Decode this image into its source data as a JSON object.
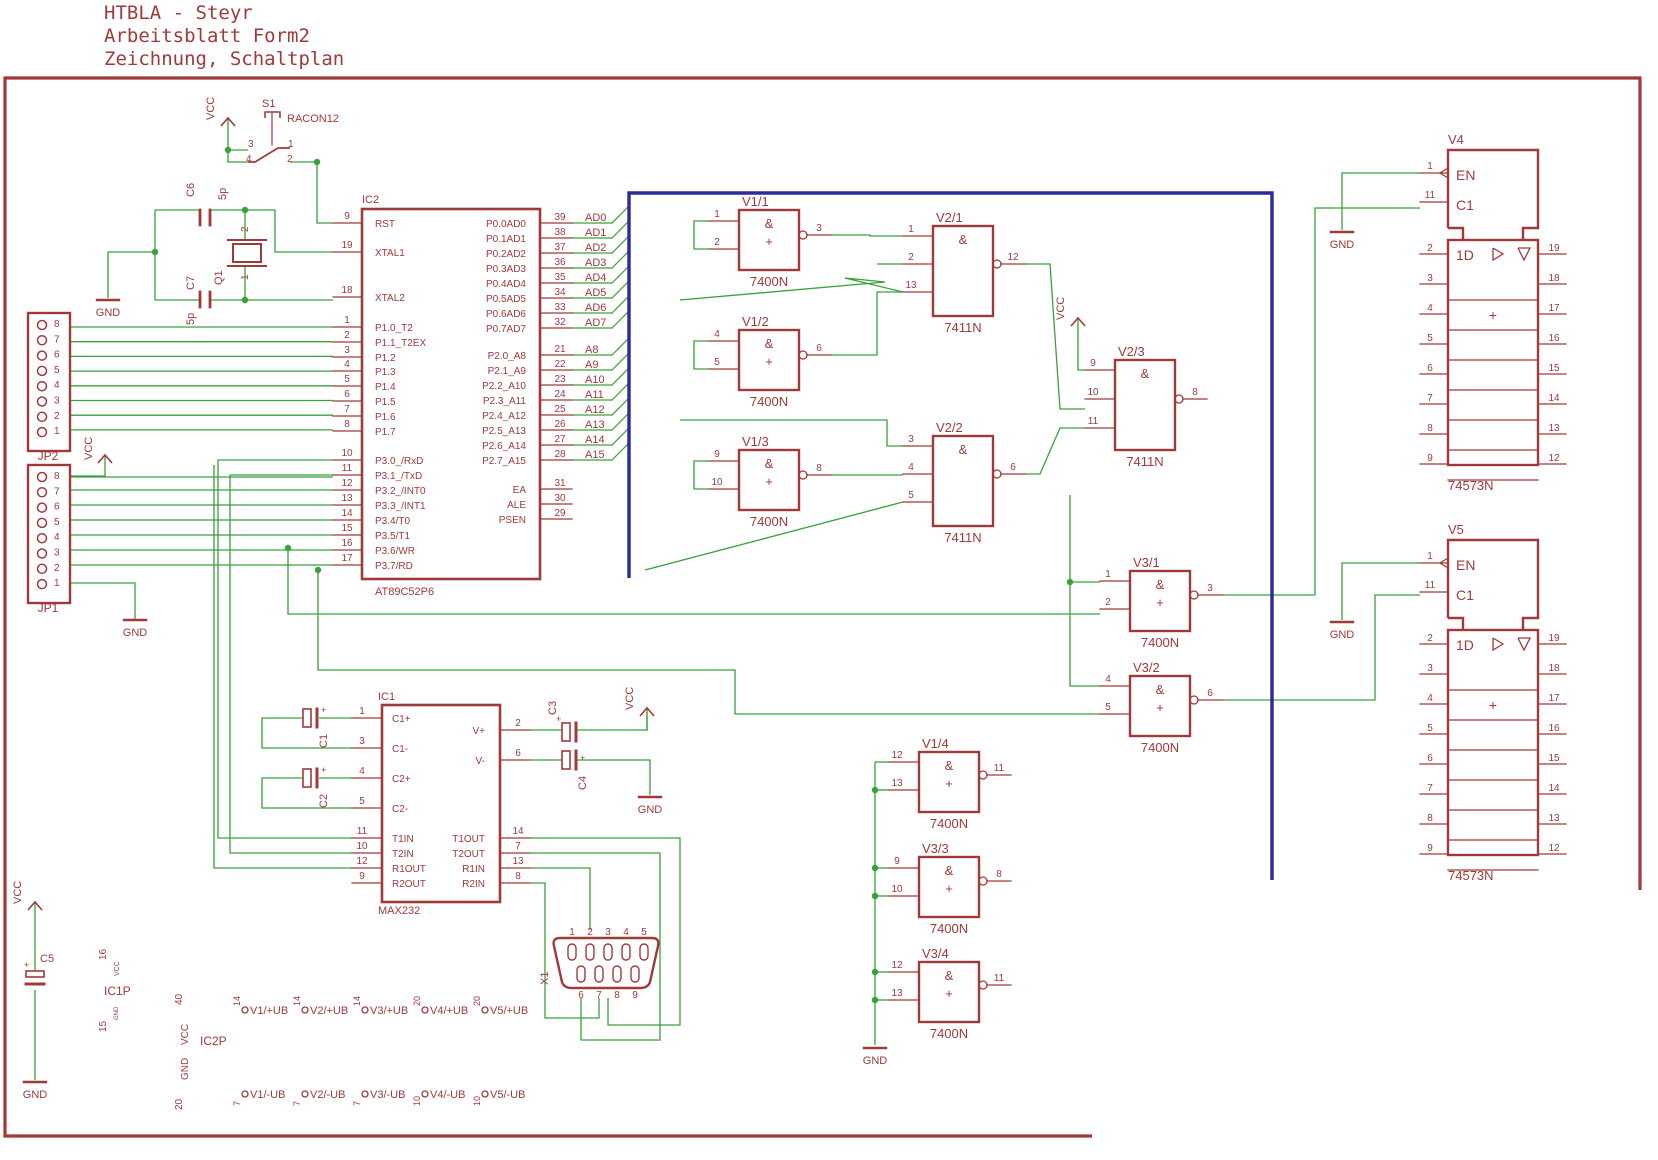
{
  "header": {
    "line1": "HTBLA - Steyr",
    "line2": "Arbeitsblatt Form2",
    "line3": "Zeichnung, Schaltplan"
  },
  "colors": {
    "part": "#a03a3a",
    "net": "#3aa03a",
    "bus": "#2a2a9a",
    "frame": "#a03a3a"
  },
  "mcu": {
    "name": "IC2",
    "value": "AT89C52P6",
    "left_pins": [
      {
        "num": "9",
        "label": "RST"
      },
      {
        "num": "19",
        "label": "XTAL1"
      },
      {
        "num": "18",
        "label": "XTAL2"
      },
      {
        "num": "1",
        "label": "P1.0_T2"
      },
      {
        "num": "2",
        "label": "P1.1_T2EX"
      },
      {
        "num": "3",
        "label": "P1.2"
      },
      {
        "num": "4",
        "label": "P1.3"
      },
      {
        "num": "5",
        "label": "P1.4"
      },
      {
        "num": "6",
        "label": "P1.5"
      },
      {
        "num": "7",
        "label": "P1.6"
      },
      {
        "num": "8",
        "label": "P1.7"
      },
      {
        "num": "10",
        "label": "P3.0_/RxD"
      },
      {
        "num": "11",
        "label": "P3.1_/TxD"
      },
      {
        "num": "12",
        "label": "P3.2_/INT0"
      },
      {
        "num": "13",
        "label": "P3.3_/INT1"
      },
      {
        "num": "14",
        "label": "P3.4/T0"
      },
      {
        "num": "15",
        "label": "P3.5/T1"
      },
      {
        "num": "16",
        "label": "P3.6/WR"
      },
      {
        "num": "17",
        "label": "P3.7/RD"
      }
    ],
    "right_pins": [
      {
        "num": "39",
        "label": "P0.0AD0",
        "net": "AD0"
      },
      {
        "num": "38",
        "label": "P0.1AD1",
        "net": "AD1"
      },
      {
        "num": "37",
        "label": "P0.2AD2",
        "net": "AD2"
      },
      {
        "num": "36",
        "label": "P0.3AD3",
        "net": "AD3"
      },
      {
        "num": "35",
        "label": "P0.4AD4",
        "net": "AD4"
      },
      {
        "num": "34",
        "label": "P0.5AD5",
        "net": "AD5"
      },
      {
        "num": "33",
        "label": "P0.6AD6",
        "net": "AD6"
      },
      {
        "num": "32",
        "label": "P0.7AD7",
        "net": "AD7"
      },
      {
        "num": "21",
        "label": "P2.0_A8",
        "net": "A8"
      },
      {
        "num": "22",
        "label": "P2.1_A9",
        "net": "A9"
      },
      {
        "num": "23",
        "label": "P2.2_A10",
        "net": "A10"
      },
      {
        "num": "24",
        "label": "P2.3_A11",
        "net": "A11"
      },
      {
        "num": "25",
        "label": "P2.4_A12",
        "net": "A12"
      },
      {
        "num": "26",
        "label": "P2.5_A13",
        "net": "A13"
      },
      {
        "num": "27",
        "label": "P2.6_A14",
        "net": "A14"
      },
      {
        "num": "28",
        "label": "P2.7_A15",
        "net": "A15"
      },
      {
        "num": "31",
        "label": "EA",
        "net": ""
      },
      {
        "num": "30",
        "label": "ALE",
        "net": ""
      },
      {
        "num": "29",
        "label": "PSEN",
        "net": ""
      }
    ]
  },
  "max232": {
    "name": "IC1",
    "value": "MAX232",
    "left_pins": [
      {
        "num": "1",
        "label": "C1+"
      },
      {
        "num": "3",
        "label": "C1-"
      },
      {
        "num": "4",
        "label": "C2+"
      },
      {
        "num": "5",
        "label": "C2-"
      },
      {
        "num": "11",
        "label": "T1IN"
      },
      {
        "num": "10",
        "label": "T2IN"
      },
      {
        "num": "12",
        "label": "R1OUT"
      },
      {
        "num": "9",
        "label": "R2OUT"
      }
    ],
    "right_pins": [
      {
        "num": "2",
        "label": "V+"
      },
      {
        "num": "6",
        "label": "V-"
      },
      {
        "num": "14",
        "label": "T1OUT"
      },
      {
        "num": "7",
        "label": "T2OUT"
      },
      {
        "num": "13",
        "label": "R1IN"
      },
      {
        "num": "8",
        "label": "R2IN"
      }
    ]
  },
  "gates": [
    {
      "name": "V1/1",
      "value": "7400N",
      "in": [
        "1",
        "2"
      ],
      "out": "3"
    },
    {
      "name": "V1/2",
      "value": "7400N",
      "in": [
        "4",
        "5"
      ],
      "out": "6"
    },
    {
      "name": "V1/3",
      "value": "7400N",
      "in": [
        "9",
        "10"
      ],
      "out": "8"
    },
    {
      "name": "V2/1",
      "value": "7411N",
      "in": [
        "1",
        "2",
        "13"
      ],
      "out": "12"
    },
    {
      "name": "V2/2",
      "value": "7411N",
      "in": [
        "3",
        "4",
        "5"
      ],
      "out": "6"
    },
    {
      "name": "V2/3",
      "value": "7411N",
      "in": [
        "9",
        "10",
        "11"
      ],
      "out": "8"
    },
    {
      "name": "V3/1",
      "value": "7400N",
      "in": [
        "1",
        "2"
      ],
      "out": "3"
    },
    {
      "name": "V3/2",
      "value": "7400N",
      "in": [
        "4",
        "5"
      ],
      "out": "6"
    },
    {
      "name": "V1/4",
      "value": "7400N",
      "in": [
        "12",
        "13"
      ],
      "out": "11"
    },
    {
      "name": "V3/3",
      "value": "7400N",
      "in": [
        "9",
        "10"
      ],
      "out": "8"
    },
    {
      "name": "V3/4",
      "value": "7400N",
      "in": [
        "12",
        "13"
      ],
      "out": "11"
    }
  ],
  "gate_symbols": {
    "amp": "&",
    "plus": "+"
  },
  "latches": [
    {
      "name": "V4",
      "value": "74573N"
    },
    {
      "name": "V5",
      "value": "74573N"
    }
  ],
  "latch_pins": {
    "en_num": "1",
    "en_label": "EN",
    "c1_num": "11",
    "c1_label": "C1",
    "d_label": "1D",
    "left": [
      "2",
      "3",
      "4",
      "5",
      "6",
      "7",
      "8",
      "9"
    ],
    "right": [
      "19",
      "18",
      "17",
      "16",
      "15",
      "14",
      "13",
      "12"
    ]
  },
  "connectors": {
    "jp1": "JP1",
    "jp2": "JP2",
    "x1": "X1",
    "pins": [
      "8",
      "7",
      "6",
      "5",
      "4",
      "3",
      "2",
      "1"
    ],
    "x1_top": [
      "1",
      "2",
      "3",
      "4",
      "5"
    ],
    "x1_bottom": [
      "6",
      "7",
      "8",
      "9"
    ]
  },
  "passives": {
    "s1": "S1",
    "s1_value": "RACON12",
    "s1_pins": [
      "3",
      "1",
      "4",
      "2"
    ],
    "c6": "C6",
    "c6_value": "5p",
    "c7": "C7",
    "c7_value": "5p",
    "q1": "Q1",
    "q1_pins": [
      "2",
      "1"
    ],
    "c1": "C1",
    "c2": "C2",
    "c3": "C3",
    "c4": "C4",
    "c5": "C5"
  },
  "power": {
    "vcc": "VCC",
    "gnd": "GND"
  },
  "power_pins": {
    "ic1p": "IC1P",
    "ic1p_vcc_num": "16",
    "ic1p_gnd_num": "15",
    "ic2p": "IC2P",
    "ic2p_vcc_num": "40",
    "ic2p_gnd_num": "20",
    "plus_ub": [
      {
        "num": "14",
        "label": "V1/+UB"
      },
      {
        "num": "14",
        "label": "V2/+UB"
      },
      {
        "num": "14",
        "label": "V3/+UB"
      },
      {
        "num": "20",
        "label": "V4/+UB"
      },
      {
        "num": "20",
        "label": "V5/+UB"
      }
    ],
    "minus_ub": [
      {
        "num": "7",
        "label": "V1/-UB"
      },
      {
        "num": "7",
        "label": "V2/-UB"
      },
      {
        "num": "7",
        "label": "V3/-UB"
      },
      {
        "num": "10",
        "label": "V4/-UB"
      },
      {
        "num": "10",
        "label": "V5/-UB"
      }
    ]
  }
}
